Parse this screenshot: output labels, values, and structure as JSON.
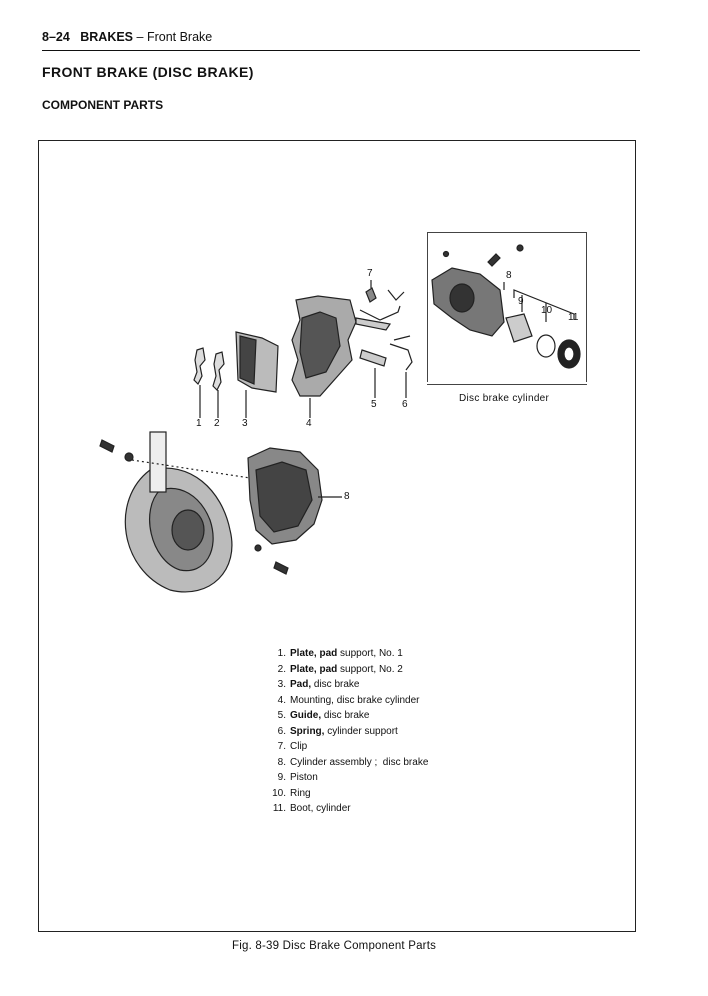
{
  "header": {
    "page_number": "8–24",
    "section": "BRAKES",
    "separator": " – ",
    "subsection": "Front Brake"
  },
  "page_title": "FRONT BRAKE (DISC BRAKE)",
  "subheading": "COMPONENT PARTS",
  "figure": {
    "inset_caption": "Disc brake cylinder",
    "callouts": [
      "1",
      "2",
      "3",
      "4",
      "5",
      "6",
      "7",
      "8",
      "8",
      "9",
      "10",
      "11"
    ],
    "caption": "Fig. 8-39  Disc Brake Component Parts"
  },
  "legend": [
    {
      "num": "1.",
      "name": "Plate, pad",
      "desc": " support, No. 1"
    },
    {
      "num": "2.",
      "name": "Plate, pad",
      "desc": " support, No. 2"
    },
    {
      "num": "3.",
      "name": "Pad,",
      "desc": " disc brake"
    },
    {
      "num": "4.",
      "name": "",
      "desc": "Mounting, disc brake cylinder"
    },
    {
      "num": "5.",
      "name": "Guide,",
      "desc": " disc brake"
    },
    {
      "num": "6.",
      "name": "Spring,",
      "desc": " cylinder support"
    },
    {
      "num": "7.",
      "name": "",
      "desc": "Clip"
    },
    {
      "num": "8.",
      "name": "",
      "desc": "Cylinder assembly ;  disc brake"
    },
    {
      "num": "9.",
      "name": "",
      "desc": "Piston"
    },
    {
      "num": "10.",
      "name": "",
      "desc": "Ring"
    },
    {
      "num": "11.",
      "name": "",
      "desc": "Boot, cylinder"
    }
  ]
}
